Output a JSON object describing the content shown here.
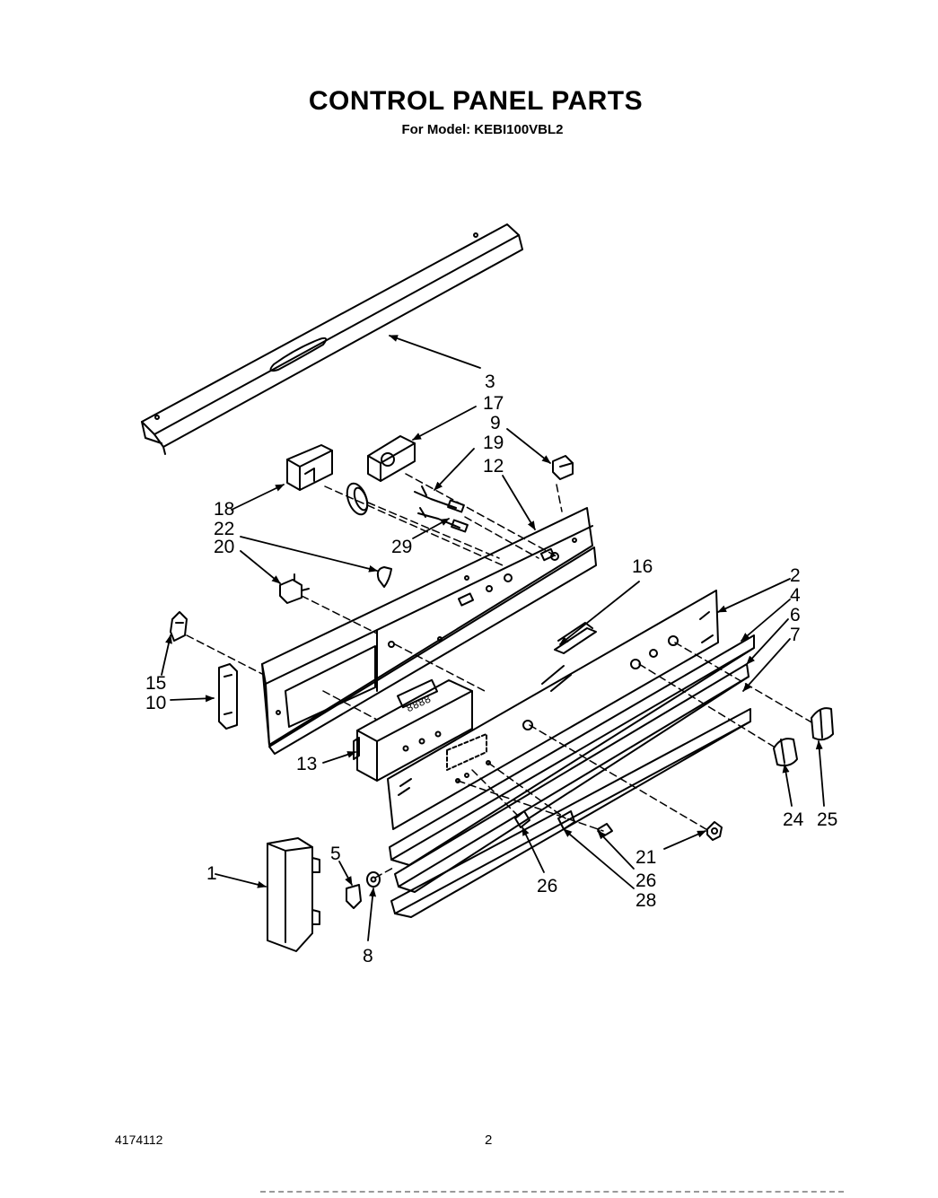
{
  "title": "CONTROL PANEL PARTS",
  "subtitle": "For Model: KEBI100VBL2",
  "display_text": "8888",
  "callouts": {
    "p1": "1",
    "p2": "2",
    "p3": "3",
    "p4": "4",
    "p5": "5",
    "p6": "6",
    "p7": "7",
    "p8": "8",
    "p9": "9",
    "p10": "10",
    "p12": "12",
    "p13": "13",
    "p15": "15",
    "p16": "16",
    "p17": "17",
    "p18": "18",
    "p19": "19",
    "p20": "20",
    "p21": "21",
    "p22": "22",
    "p24": "24",
    "p25": "25",
    "p26a": "26",
    "p26b": "26",
    "p28": "28",
    "p29": "29"
  },
  "footer": {
    "doc_number": "4174112",
    "page_number": "2"
  }
}
